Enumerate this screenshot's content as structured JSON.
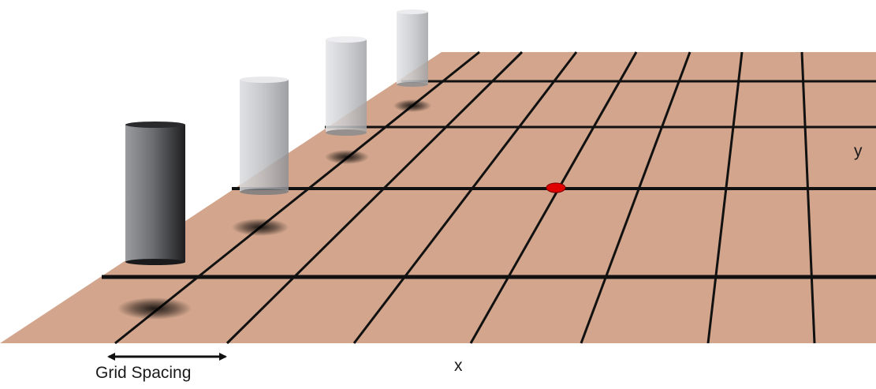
{
  "labels": {
    "x_axis": "x",
    "y_axis": "y",
    "grid_spacing": "Grid Spacing"
  },
  "colors": {
    "ground": "#d2a58c",
    "grid_line": "#111111",
    "point": "#e00000",
    "cylinder_dark": "#4a4a4c",
    "cylinder_light": "#c8c8c8",
    "shadow": "#000000"
  },
  "grid": {
    "rows": 4,
    "columns": 8
  },
  "cylinders": {
    "count": 4
  }
}
